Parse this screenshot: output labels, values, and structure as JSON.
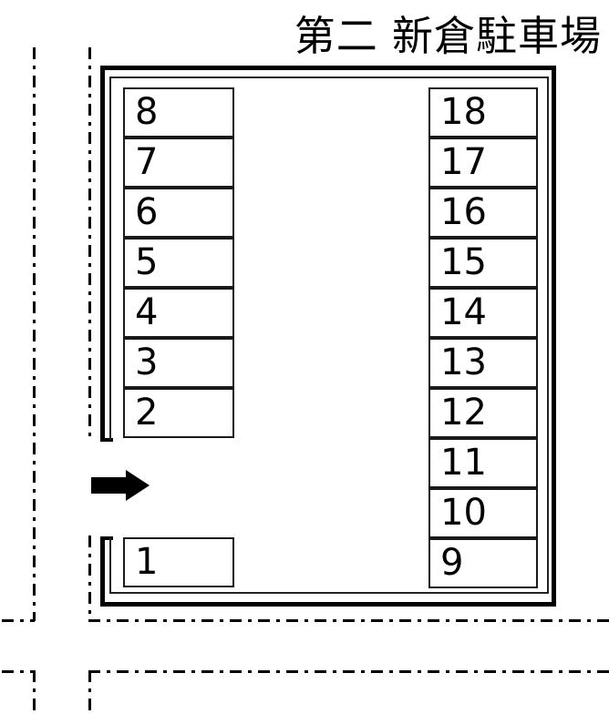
{
  "title": "第二 新倉駐車場",
  "diagram": {
    "kind": "parking-lot-map",
    "entrance_arrow_direction": "right",
    "stroke_color": "#000000",
    "stall_fill": "#ffffff",
    "road_line_style": "dash-dot"
  },
  "left_column": {
    "name": "left-stall-column",
    "stalls": [
      {
        "number": "8"
      },
      {
        "number": "7"
      },
      {
        "number": "6"
      },
      {
        "number": "5"
      },
      {
        "number": "4"
      },
      {
        "number": "3"
      },
      {
        "number": "2"
      }
    ]
  },
  "lower_left_column": {
    "name": "lower-left-stall-column",
    "stalls": [
      {
        "number": "1"
      }
    ]
  },
  "right_column": {
    "name": "right-stall-column",
    "stalls": [
      {
        "number": "18"
      },
      {
        "number": "17"
      },
      {
        "number": "16"
      },
      {
        "number": "15"
      },
      {
        "number": "14"
      },
      {
        "number": "13"
      },
      {
        "number": "12"
      },
      {
        "number": "11"
      },
      {
        "number": "10"
      },
      {
        "number": "9"
      }
    ]
  }
}
